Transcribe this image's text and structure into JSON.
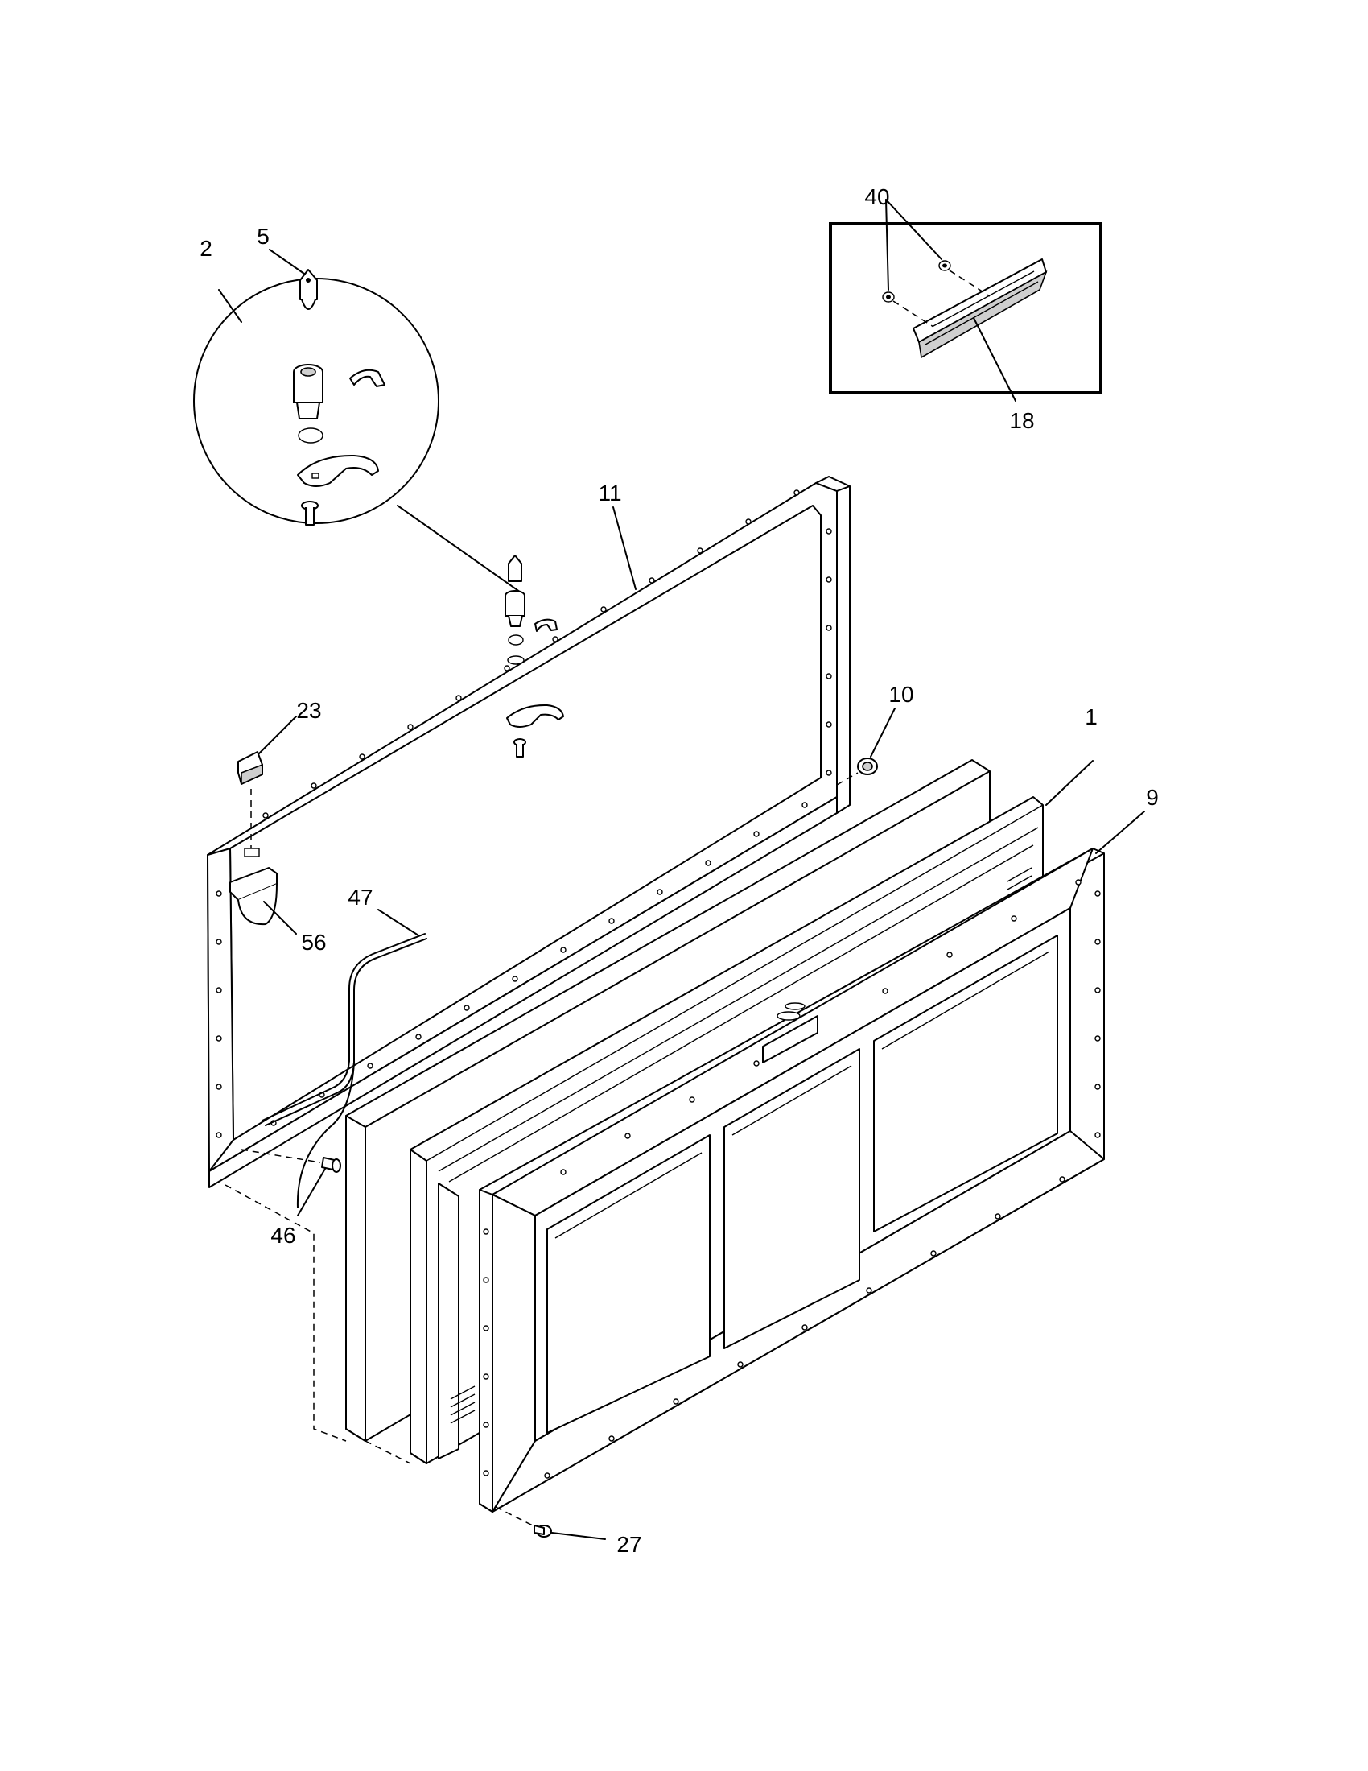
{
  "colors": {
    "line": "#000000",
    "background": "#ffffff",
    "shade": "#cfcfcf"
  },
  "callouts": {
    "c1": "1",
    "c2": "2",
    "c5": "5",
    "c9": "9",
    "c10": "10",
    "c11": "11",
    "c18": "18",
    "c23": "23",
    "c27": "27",
    "c40": "40",
    "c46": "46",
    "c47": "47",
    "c56": "56"
  }
}
